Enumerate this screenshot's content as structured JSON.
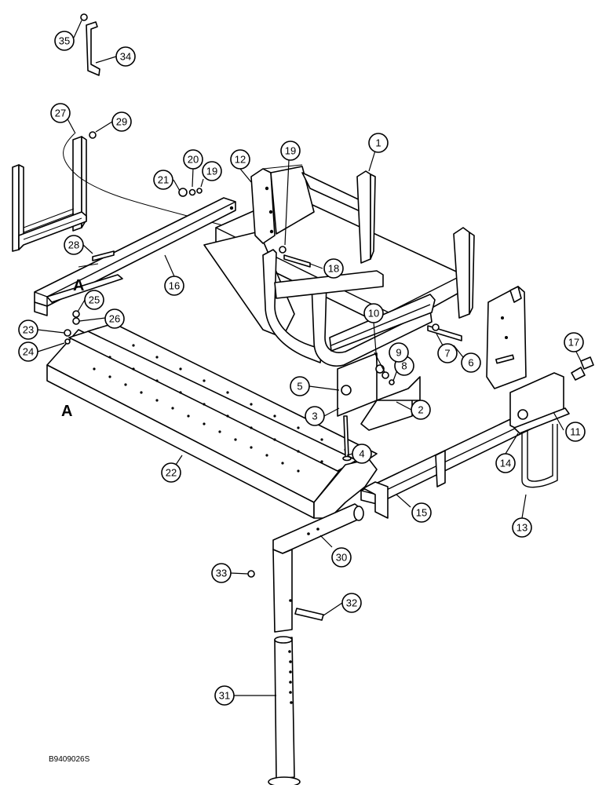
{
  "figure_code": "B9409026S",
  "section_markers": [
    "A",
    "A"
  ],
  "callouts": [
    "1",
    "2",
    "3",
    "4",
    "5",
    "6",
    "7",
    "8",
    "9",
    "10",
    "11",
    "12",
    "13",
    "14",
    "15",
    "16",
    "17",
    "18",
    "19",
    "19",
    "20",
    "21",
    "22",
    "23",
    "24",
    "25",
    "26",
    "27",
    "28",
    "29",
    "30",
    "31",
    "32",
    "33",
    "34",
    "35"
  ]
}
